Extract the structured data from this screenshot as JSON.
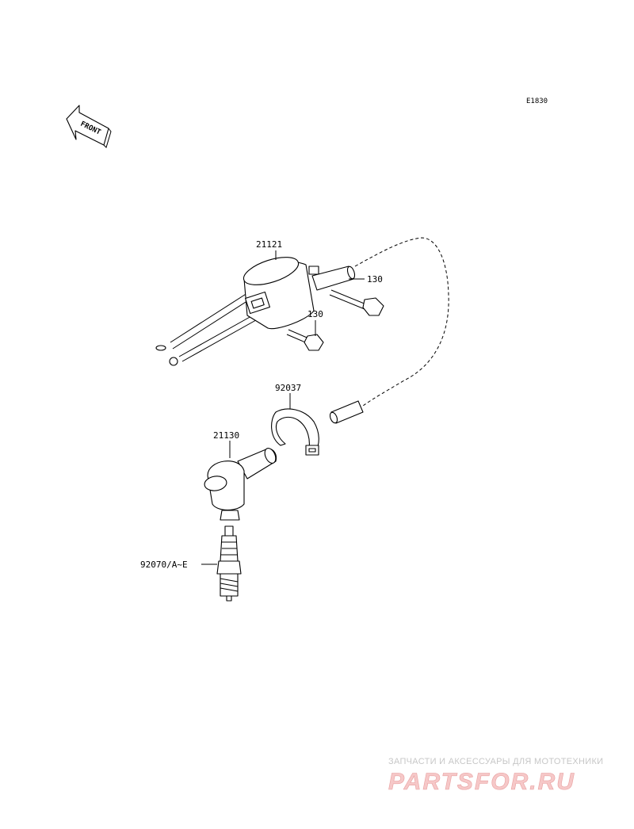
{
  "diagram": {
    "code": "E1830",
    "front_label": "FRONT",
    "parts": [
      {
        "id": "ignition-coil",
        "number": "21121"
      },
      {
        "id": "bolt-upper",
        "number": "130"
      },
      {
        "id": "bolt-lower",
        "number": "130"
      },
      {
        "id": "clamp",
        "number": "92037"
      },
      {
        "id": "plug-cap",
        "number": "21130"
      },
      {
        "id": "spark-plug",
        "number": "92070/A~E"
      }
    ]
  },
  "watermark": {
    "tagline": "ЗАПЧАСТИ И АКСЕССУАРЫ ДЛЯ МОТОТЕХНИКИ",
    "brand": "PARTSFOR.RU",
    "brand_color": "#f6c8c8"
  }
}
